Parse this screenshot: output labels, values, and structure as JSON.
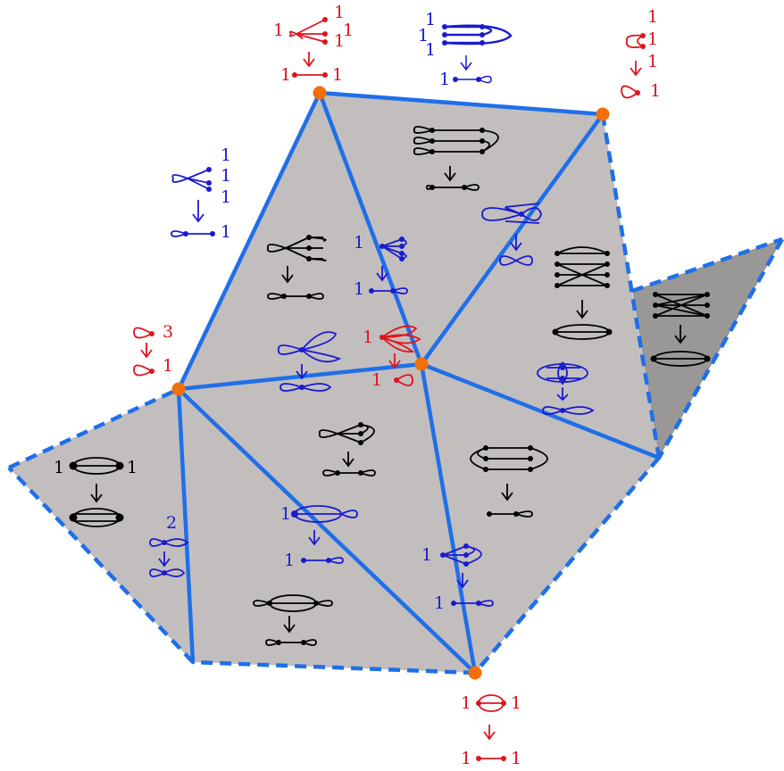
{
  "colors": {
    "face_light": "#c2bebe",
    "face_dark": "#9a9797",
    "edge": "#1f6fe8",
    "vertex": "#f26f0a",
    "label_red": "#e0141e",
    "label_blue": "#1a1ad0",
    "graph_black": "#000000"
  },
  "labels": {
    "top_1": "1",
    "top_2": "1",
    "top_3": "1",
    "top_4": "1",
    "top_5": "1",
    "top_6": "1",
    "tm_1": "1",
    "tm_2": "1",
    "tm_3": "1",
    "tm_4": "1",
    "tr_1": "1",
    "tr_2": "1",
    "tr_3": "1",
    "tr_4": "1",
    "lb_1": "1",
    "lb_2": "1",
    "lb_3": "1",
    "lb_4": "1",
    "left_1": "3",
    "left_2": "1",
    "c_1": "1",
    "c_2": "1",
    "cen_1": "1",
    "cen_2": "1",
    "fl_1": "1",
    "fl_2": "1",
    "e2": "2",
    "bl_1": "1",
    "bl_2": "1",
    "br_1": "1",
    "br_2": "1",
    "bot_1": "1",
    "bot_2": "1",
    "bot_3": "1",
    "bot_4": "1"
  }
}
